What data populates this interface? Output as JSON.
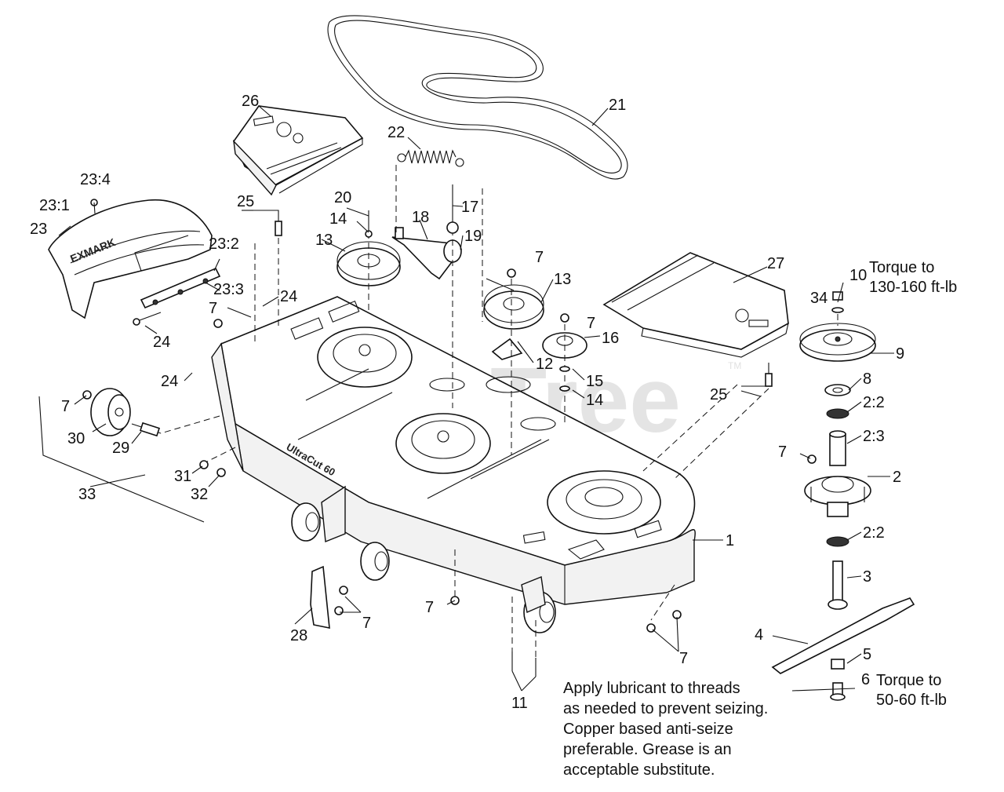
{
  "watermark": "PartsTree",
  "watermark_tm": "TM",
  "callouts": {
    "c1": "1",
    "c2": "2",
    "c2_2a": "2:2",
    "c2_3": "2:3",
    "c2_2b": "2:2",
    "c3": "3",
    "c4": "4",
    "c5": "5",
    "c6": "6",
    "c8": "8",
    "c9": "9",
    "c10": "10",
    "c34": "34",
    "c11": "11",
    "c12": "12",
    "c13a": "13",
    "c13b": "13",
    "c14a": "14",
    "c14b": "14",
    "c15": "15",
    "c16": "16",
    "c17": "17",
    "c18": "18",
    "c19": "19",
    "c20": "20",
    "c21": "21",
    "c22": "22",
    "c23": "23",
    "c23_1": "23:1",
    "c23_2": "23:2",
    "c23_3": "23:3",
    "c23_4": "23:4",
    "c24a": "24",
    "c24b": "24",
    "c24c": "24",
    "c25a": "25",
    "c25b": "25",
    "c26": "26",
    "c27": "27",
    "c28": "28",
    "c29": "29",
    "c30": "30",
    "c31": "31",
    "c32": "32",
    "c33": "33",
    "c7a": "7",
    "c7b": "7",
    "c7c": "7",
    "c7d": "7",
    "c7e": "7",
    "c7f": "7",
    "c7g": "7",
    "c7h": "7"
  },
  "notes": {
    "torque_top": [
      "Torque to",
      "130-160 ft-lb"
    ],
    "torque_bottom": [
      "Torque to",
      "50-60 ft-lb"
    ],
    "lubricant": [
      "Apply lubricant to threads",
      "as needed to prevent seizing.",
      "Copper  based anti-seize",
      "preferable. Grease is an",
      "acceptable substitute."
    ]
  },
  "deck_brand": "UltraCut 60"
}
